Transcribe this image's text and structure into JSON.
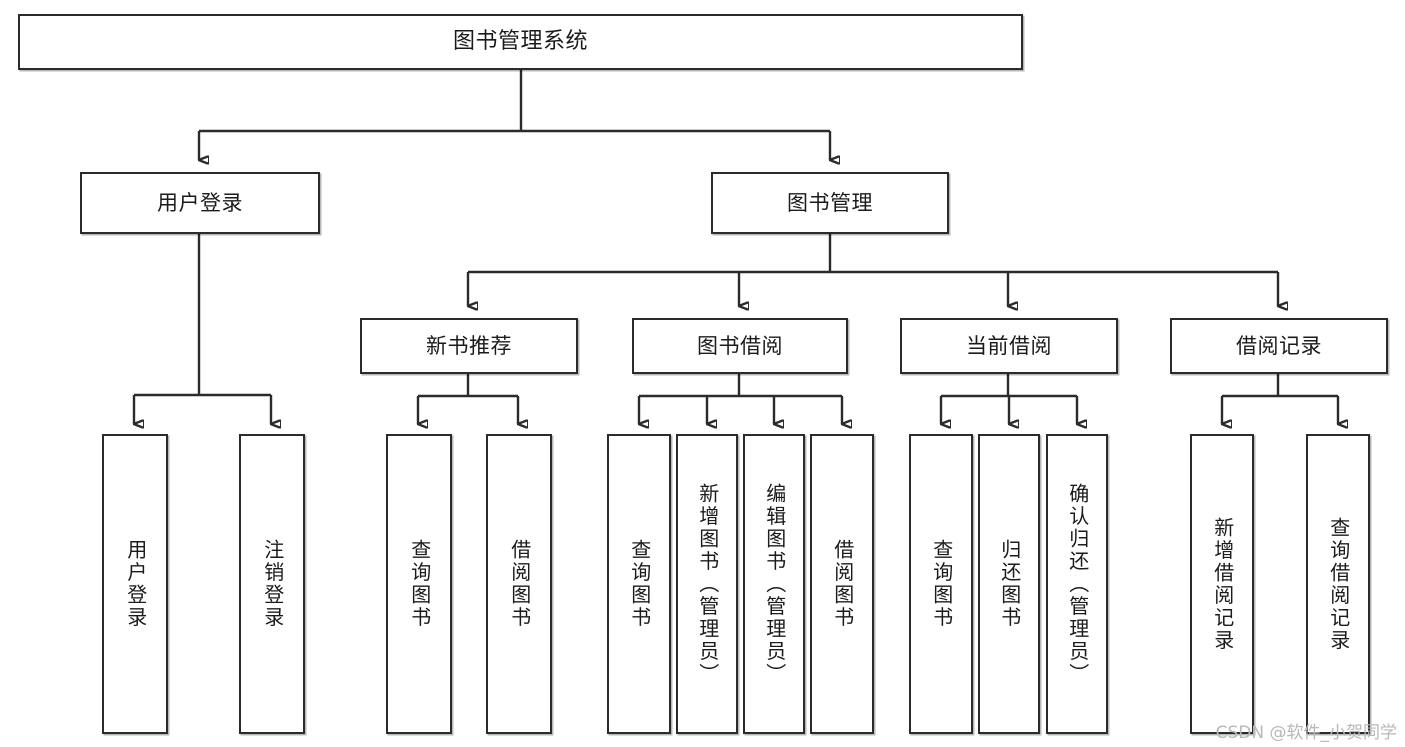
{
  "diagram": {
    "title": "图书管理系统",
    "type": "hierarchy-tree",
    "watermark": "CSDN @软件_小贺同学",
    "colors": {
      "box_border": "#2b2b2b",
      "box_fill": "#ffffff",
      "connector": "#2b2b2b",
      "text": "#1b1b1b",
      "watermark": "#b8b8b8"
    },
    "nodes": {
      "root": {
        "label": "图书管理系统"
      },
      "level2": [
        {
          "label": "用户登录"
        },
        {
          "label": "图书管理"
        }
      ],
      "level3": [
        {
          "label": "新书推荐"
        },
        {
          "label": "图书借阅"
        },
        {
          "label": "当前借阅"
        },
        {
          "label": "借阅记录"
        }
      ],
      "leaves": {
        "user_login": [
          {
            "label": "用户登录"
          },
          {
            "label": "注销登录"
          }
        ],
        "new_book_recommend": [
          {
            "label": "查询图书"
          },
          {
            "label": "借阅图书"
          }
        ],
        "book_borrow": [
          {
            "label": "查询图书"
          },
          {
            "label": "新增图书（管理员）"
          },
          {
            "label": "编辑图书（管理员）"
          },
          {
            "label": "借阅图书"
          }
        ],
        "current_borrow": [
          {
            "label": "查询图书"
          },
          {
            "label": "归还图书"
          },
          {
            "label": "确认归还（管理员）"
          }
        ],
        "borrow_record": [
          {
            "label": "新增借阅记录"
          },
          {
            "label": "查询借阅记录"
          }
        ]
      }
    }
  }
}
